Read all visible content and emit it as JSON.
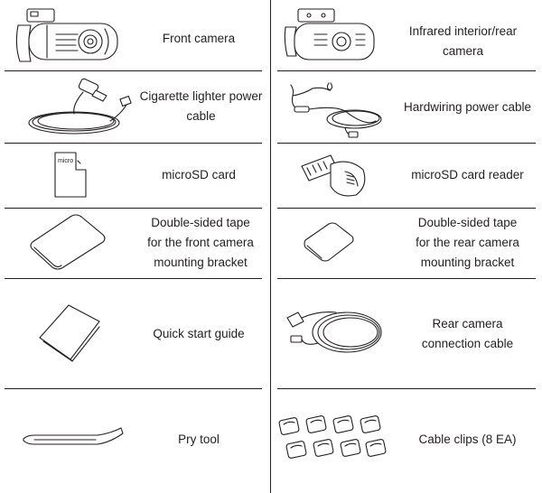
{
  "items": [
    {
      "label": "Front camera",
      "icon": "front-camera-icon"
    },
    {
      "label": "Infrared interior/rear\ncamera",
      "icon": "infrared-rear-camera-icon"
    },
    {
      "label": "Cigarette lighter power\ncable",
      "icon": "cigarette-lighter-cable-icon"
    },
    {
      "label": "Hardwiring power cable",
      "icon": "hardwiring-cable-icon"
    },
    {
      "label": "microSD card",
      "icon": "microsd-card-icon"
    },
    {
      "label": "microSD card reader",
      "icon": "microsd-reader-icon"
    },
    {
      "label": "Double-sided tape\nfor the front camera\nmounting bracket",
      "icon": "front-tape-icon"
    },
    {
      "label": "Double-sided tape\nfor the rear camera\nmounting bracket",
      "icon": "rear-tape-icon"
    },
    {
      "label": "Quick start guide",
      "icon": "quick-start-guide-icon"
    },
    {
      "label": "Rear camera\nconnection cable",
      "icon": "rear-connection-cable-icon"
    },
    {
      "label": "Pry tool",
      "icon": "pry-tool-icon"
    },
    {
      "label": "Cable clips (8 EA)",
      "icon": "cable-clips-icon"
    }
  ],
  "sd_card_text": "micro"
}
